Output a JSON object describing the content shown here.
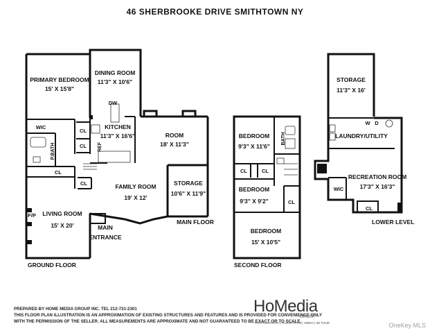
{
  "title": "46 SHERBROOKE DRIVE SMITHTOWN NY",
  "floors": {
    "ground": "GROUND FLOOR",
    "main": "MAIN FLOOR",
    "second": "SECOND FLOOR",
    "lower": "LOWER LEVEL"
  },
  "rooms": {
    "primary_bedroom": {
      "name": "PRIMARY BEDROOM",
      "size": "15' X 15'8\""
    },
    "dining_room": {
      "name": "DINING ROOM",
      "size": "11'3\" X 10'6\""
    },
    "kitchen": {
      "name": "KITCHEN",
      "size": "11'3\" X 16'6\""
    },
    "room": {
      "name": "ROOM",
      "size": "18' X 11'3\""
    },
    "family_room": {
      "name": "FAMILY ROOM",
      "size": "19' X 12'"
    },
    "storage_main": {
      "name": "STORAGE",
      "size": "10'6\" X 11'9\""
    },
    "living_room": {
      "name": "LIVING ROOM",
      "size": "15' X 20'"
    },
    "main_entrance": {
      "line1": "MAIN",
      "line2": "ENTRANCE"
    },
    "bedroom_1": {
      "name": "BEDROOM",
      "size": "9'3\" X 11'6\""
    },
    "bedroom_2": {
      "name": "BEDROOM",
      "size": "9'3\" X 9'2\""
    },
    "bedroom_3": {
      "name": "BEDROOM",
      "size": "15' X 10'5\""
    },
    "storage_lower": {
      "name": "STORAGE",
      "size": "11'3\" X 16'"
    },
    "laundry": {
      "name": "LAUNDRY/UTILITY"
    },
    "recreation": {
      "name": "RECREATION ROOM",
      "size": "17'3\" X 16'3\""
    }
  },
  "small_labels": {
    "wic": "WIC",
    "cl": "CL",
    "pbath": "P.BATH",
    "bath": "BATH",
    "dw": "DW",
    "ref": "REF",
    "fp": "F/P",
    "w": "W",
    "d": "D"
  },
  "footer": {
    "line1": "PREPARED  BY  HOME MEDIA GROUP INC.  TEL 212-731-2301",
    "line2": "THIS FLOOR PLAN ILLUSTRATION IS AN APPROXIMATION OF EXISTING STRUCTURES AND FEATURES AND IS PROVIDED FOR CONVENIENCE ONLY",
    "line3": "WITH THE PERMISSION OF THE SELLER. ALL MEASUREMENTS ARE APPROXIMATE AND NOT GUARANTEED TO BE EXACT OR TO SCALE."
  },
  "logo": {
    "main": "HoMedia",
    "group": "GROUP",
    "tag": "PHOTOGRAPHY | FLOOR PLAN | VIDEO | 3D TOUR"
  },
  "watermark": "OneKey MLS"
}
